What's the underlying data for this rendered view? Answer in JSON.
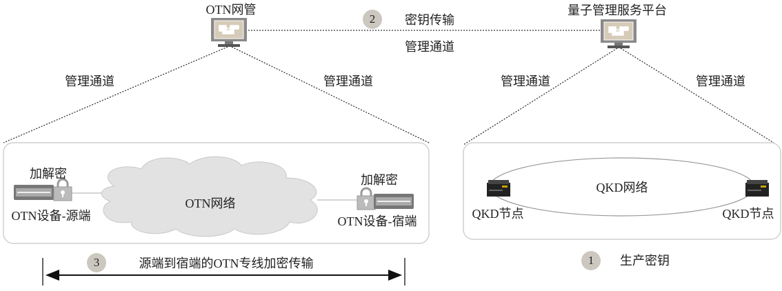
{
  "otn_manager": {
    "label": "OTN网管",
    "icon": "monitor-icon"
  },
  "quantum_platform": {
    "label": "量子管理服务平台",
    "icon": "monitor-icon"
  },
  "key_transfer": {
    "step": "2",
    "label": "密钥传输",
    "channel": "管理通道"
  },
  "channels": [
    "管理通道",
    "管理通道",
    "管理通道",
    "管理通道"
  ],
  "otn_network": {
    "cloud_label": "OTN网络",
    "source": {
      "crypto_label": "加解密",
      "label": "OTN设备-源端"
    },
    "sink": {
      "crypto_label": "加解密",
      "label": "OTN设备-宿端"
    }
  },
  "qkd_network": {
    "label": "QKD网络",
    "nodes": [
      "QKD节点",
      "QKD节点"
    ]
  },
  "step1": {
    "step": "1",
    "label": "生产密钥"
  },
  "step3": {
    "step": "3",
    "label": "源端到宿端的OTN专线加密传输"
  },
  "colors": {
    "badge": "#ccc8c0",
    "monitor_frame": "#8a8a8a",
    "monitor_screen": "#d6cbb8",
    "cloud": "#e2e2e2",
    "box_border": "#cfcfcf"
  }
}
